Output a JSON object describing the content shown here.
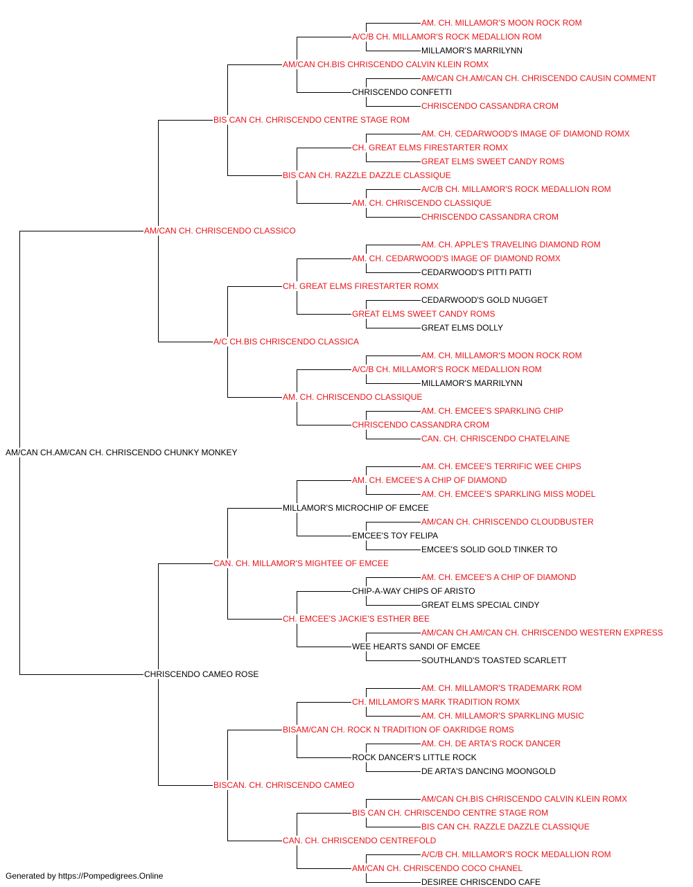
{
  "colors": {
    "titled": "#e8141a",
    "untitled": "#000000",
    "line": "#000000"
  },
  "root": {
    "name": "AM/CAN CH.AM/CAN CH. CHRISCENDO CHUNKY MONKEY",
    "titled": false
  },
  "parents": [
    {
      "name": "AM/CAN CH. CHRISCENDO CLASSICO",
      "titled": true
    },
    {
      "name": "CHRISCENDO CAMEO ROSE",
      "titled": false
    }
  ],
  "grandparents": [
    {
      "name": "BIS CAN CH. CHRISCENDO CENTRE STAGE ROM",
      "titled": true
    },
    {
      "name": "A/C CH.BIS CHRISCENDO CLASSICA",
      "titled": true
    },
    {
      "name": "CAN. CH. MILLAMOR'S MIGHTEE OF EMCEE",
      "titled": true
    },
    {
      "name": "BISCAN. CH. CHRISCENDO CAMEO",
      "titled": true
    }
  ],
  "great_grandparents": [
    {
      "name": "AM/CAN CH.BIS CHRISCENDO CALVIN KLEIN ROMX",
      "titled": true
    },
    {
      "name": "BIS CAN CH. RAZZLE DAZZLE CLASSIQUE",
      "titled": true
    },
    {
      "name": "CH. GREAT ELMS FIRESTARTER ROMX",
      "titled": true
    },
    {
      "name": "AM. CH. CHRISCENDO CLASSIQUE",
      "titled": true
    },
    {
      "name": "MILLAMOR'S MICROCHIP OF EMCEE",
      "titled": false
    },
    {
      "name": "CH. EMCEE'S JACKIE'S ESTHER BEE",
      "titled": true
    },
    {
      "name": "BISAM/CAN CH. ROCK N TRADITION OF OAKRIDGE ROMS",
      "titled": true
    },
    {
      "name": "CAN. CH. CHRISCENDO CENTREFOLD",
      "titled": true
    }
  ],
  "gen4": [
    {
      "name": "A/C/B CH. MILLAMOR'S ROCK MEDALLION ROM",
      "titled": true
    },
    {
      "name": "CHRISCENDO CONFETTI",
      "titled": false
    },
    {
      "name": "CH. GREAT ELMS FIRESTARTER ROMX",
      "titled": true
    },
    {
      "name": "AM. CH. CHRISCENDO CLASSIQUE",
      "titled": true
    },
    {
      "name": "AM. CH. CEDARWOOD'S IMAGE OF DIAMOND ROMX",
      "titled": true
    },
    {
      "name": "GREAT ELMS SWEET CANDY ROMS",
      "titled": true
    },
    {
      "name": "A/C/B CH. MILLAMOR'S ROCK MEDALLION ROM",
      "titled": true
    },
    {
      "name": "CHRISCENDO CASSANDRA CROM",
      "titled": true
    },
    {
      "name": "AM. CH. EMCEE'S A CHIP OF DIAMOND",
      "titled": true
    },
    {
      "name": "EMCEE'S TOY FELIPA",
      "titled": false
    },
    {
      "name": "CHIP-A-WAY CHIPS OF ARISTO",
      "titled": false
    },
    {
      "name": "WEE HEARTS SANDI OF EMCEE",
      "titled": false
    },
    {
      "name": "CH. MILLAMOR'S MARK TRADITION ROMX",
      "titled": true
    },
    {
      "name": "ROCK DANCER'S LITTLE ROCK",
      "titled": false
    },
    {
      "name": "BIS CAN CH. CHRISCENDO CENTRE STAGE ROM",
      "titled": true
    },
    {
      "name": "AM/CAN CH. CHRISCENDO COCO CHANEL",
      "titled": true
    }
  ],
  "gen5": [
    {
      "name": "AM. CH. MILLAMOR'S MOON ROCK ROM",
      "titled": true
    },
    {
      "name": "MILLAMOR'S MARRILYNN",
      "titled": false
    },
    {
      "name": "AM/CAN CH.AM/CAN CH. CHRISCENDO CAUSIN COMMENT",
      "titled": true
    },
    {
      "name": "CHRISCENDO CASSANDRA CROM",
      "titled": true
    },
    {
      "name": "AM. CH. CEDARWOOD'S IMAGE OF DIAMOND ROMX",
      "titled": true
    },
    {
      "name": "GREAT ELMS SWEET CANDY ROMS",
      "titled": true
    },
    {
      "name": "A/C/B CH. MILLAMOR'S ROCK MEDALLION ROM",
      "titled": true
    },
    {
      "name": "CHRISCENDO CASSANDRA CROM",
      "titled": true
    },
    {
      "name": "AM. CH. APPLE'S TRAVELING DIAMOND ROM",
      "titled": true
    },
    {
      "name": "CEDARWOOD'S PITTI PATTI",
      "titled": false
    },
    {
      "name": "CEDARWOOD'S GOLD NUGGET",
      "titled": false
    },
    {
      "name": "GREAT ELMS DOLLY",
      "titled": false
    },
    {
      "name": "AM. CH. MILLAMOR'S MOON ROCK ROM",
      "titled": true
    },
    {
      "name": "MILLAMOR'S MARRILYNN",
      "titled": false
    },
    {
      "name": "AM. CH. EMCEE'S SPARKLING CHIP",
      "titled": true
    },
    {
      "name": "CAN. CH. CHRISCENDO CHATELAINE",
      "titled": true
    },
    {
      "name": "AM. CH. EMCEE'S TERRIFIC WEE CHIPS",
      "titled": true
    },
    {
      "name": "AM. CH. EMCEE'S SPARKLING MISS MODEL",
      "titled": true
    },
    {
      "name": "AM/CAN CH. CHRISCENDO CLOUDBUSTER",
      "titled": true
    },
    {
      "name": "EMCEE'S SOLID GOLD TINKER TO",
      "titled": false
    },
    {
      "name": "AM. CH. EMCEE'S A CHIP OF DIAMOND",
      "titled": true
    },
    {
      "name": "GREAT ELMS SPECIAL CINDY",
      "titled": false
    },
    {
      "name": "AM/CAN CH.AM/CAN CH. CHRISCENDO WESTERN EXPRESS",
      "titled": true
    },
    {
      "name": "SOUTHLAND'S TOASTED SCARLETT",
      "titled": false
    },
    {
      "name": "AM. CH. MILLAMOR'S TRADEMARK ROM",
      "titled": true
    },
    {
      "name": "AM. CH. MILLAMOR'S SPARKLING MUSIC",
      "titled": true
    },
    {
      "name": "AM. CH. DE ARTA'S ROCK DANCER",
      "titled": true
    },
    {
      "name": "DE ARTA'S DANCING MOONGOLD",
      "titled": false
    },
    {
      "name": "AM/CAN CH.BIS CHRISCENDO CALVIN KLEIN ROMX",
      "titled": true
    },
    {
      "name": "BIS CAN CH. RAZZLE DAZZLE CLASSIQUE",
      "titled": true
    },
    {
      "name": "A/C/B CH. MILLAMOR'S ROCK MEDALLION ROM",
      "titled": true
    },
    {
      "name": "DESIREE CHRISCENDO CAFE",
      "titled": false
    }
  ],
  "footer": "Generated by https://Pompedigrees.Online"
}
